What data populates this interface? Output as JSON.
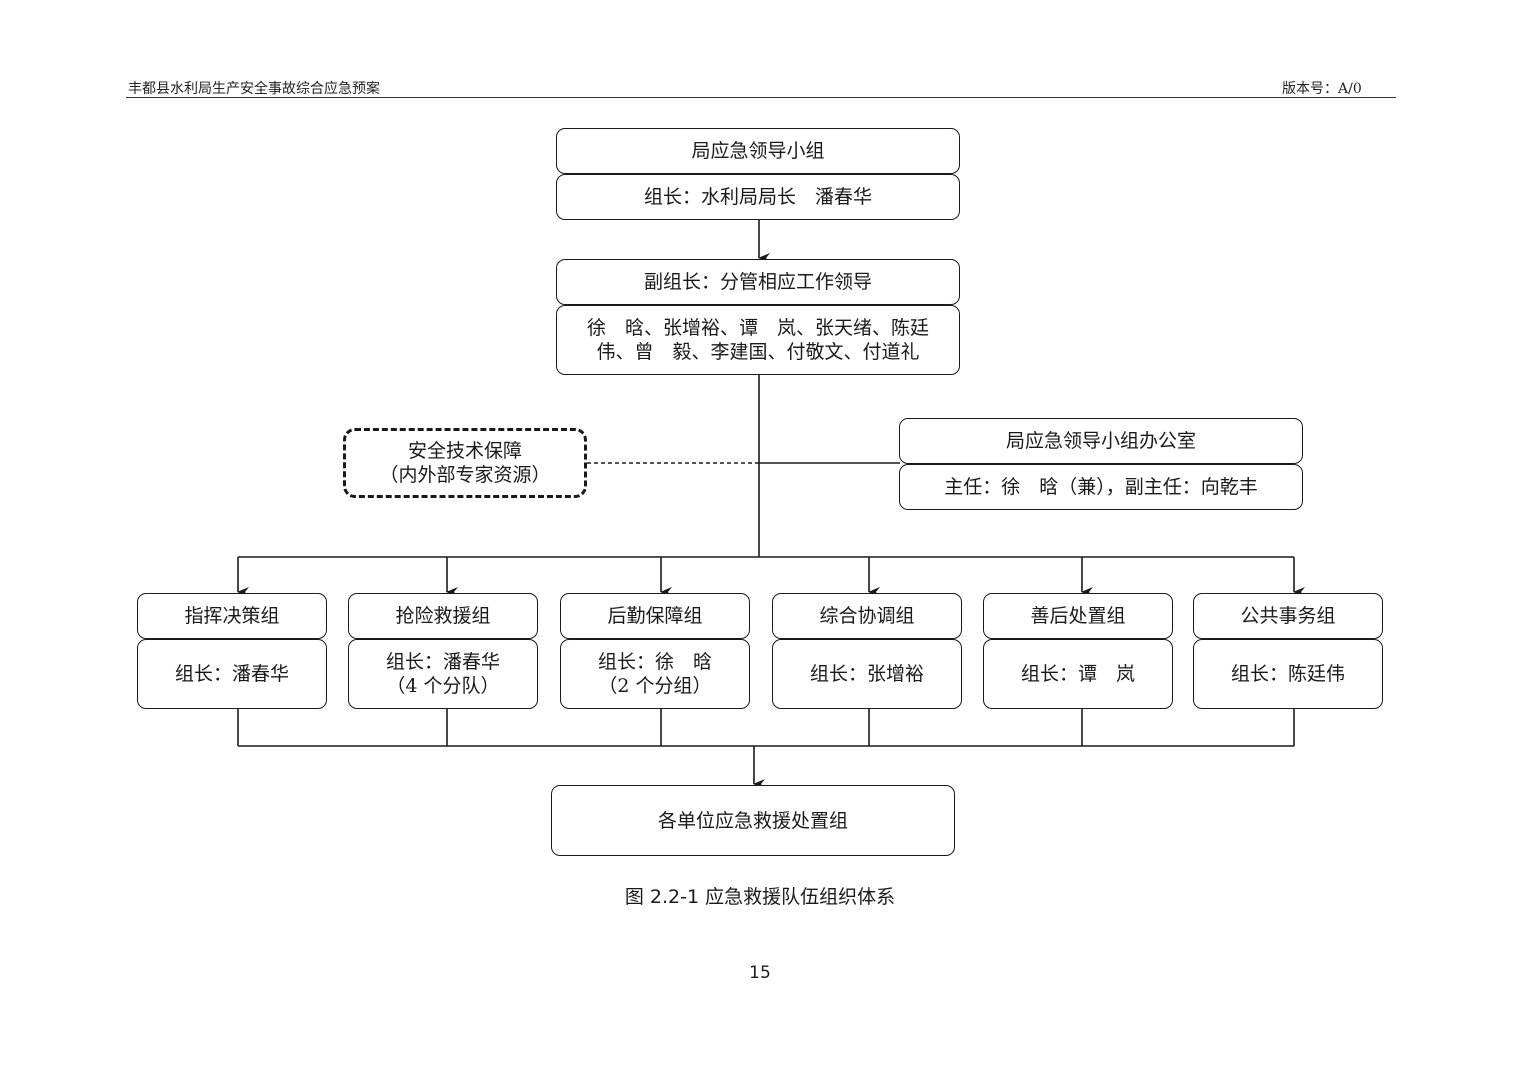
{
  "header": {
    "title": "丰都县水利局生产安全事故综合应急预案",
    "version": "版本号：A/0"
  },
  "chart": {
    "leader_group": {
      "title": "局应急领导小组",
      "leader": "组长：水利局局长　潘春华"
    },
    "deputy": {
      "title": "副组长：分管相应工作领导",
      "names_line1": "徐　晗、张增裕、谭　岚、张天绪、陈廷",
      "names_line2": "伟、曾　毅、李建国、付敬文、付道礼"
    },
    "tech_support": {
      "line1": "安全技术保障",
      "line2": "（内外部专家资源）"
    },
    "office": {
      "title": "局应急领导小组办公室",
      "members": "主任：徐　晗（兼），副主任：向乾丰"
    },
    "groups": [
      {
        "name": "指挥决策组",
        "leader": "组长：潘春华",
        "note": ""
      },
      {
        "name": "抢险救援组",
        "leader": "组长：潘春华",
        "note": "（4 个分队）"
      },
      {
        "name": "后勤保障组",
        "leader": "组长：徐　晗",
        "note": "（2 个分组）"
      },
      {
        "name": "综合协调组",
        "leader": "组长：张增裕",
        "note": ""
      },
      {
        "name": "善后处置组",
        "leader": "组长：谭　岚",
        "note": ""
      },
      {
        "name": "公共事务组",
        "leader": "组长：陈廷伟",
        "note": ""
      }
    ],
    "units": "各单位应急救援处置组"
  },
  "caption": "图 2.2-1  应急救援队伍组织体系",
  "page_number": "15"
}
